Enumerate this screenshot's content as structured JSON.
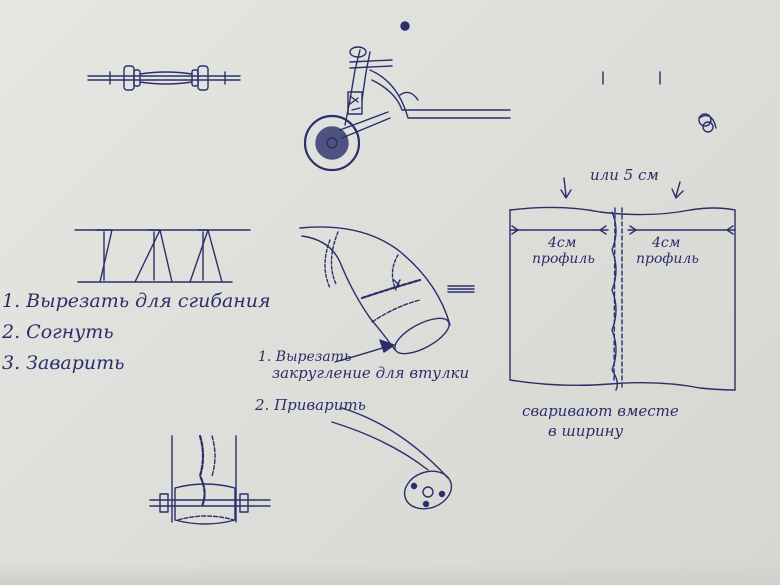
{
  "steps_left": [
    "1.  Вырезать для сгибания",
    "2.  Согнуть",
    "3.  Заварить"
  ],
  "steps_middle": [
    "1.  Вырезать",
    "закругление для втулки",
    "2. Приварить"
  ],
  "panel": {
    "top_note": "или 5 см",
    "left_label_1": "4см",
    "left_label_2": "профиль",
    "right_label_1": "4см",
    "right_label_2": "профиль",
    "bottom_note_1": "сваривают вместе",
    "bottom_note_2": "в ширину"
  },
  "colors": {
    "ink": "#2a2f6b",
    "paper": "#e2e2de"
  }
}
